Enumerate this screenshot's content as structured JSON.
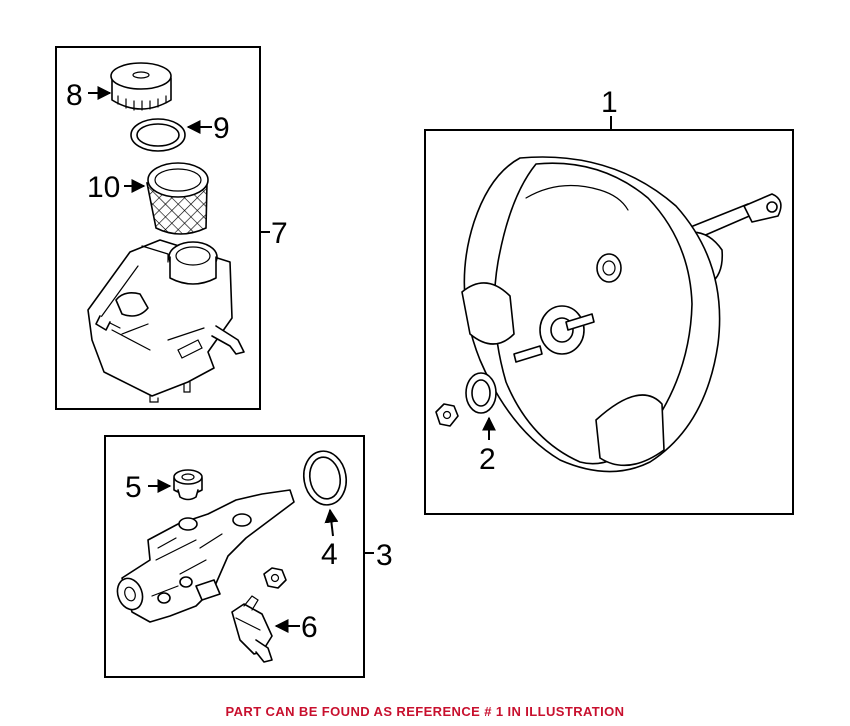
{
  "diagram": {
    "callouts": {
      "c1": "1",
      "c2": "2",
      "c3": "3",
      "c4": "4",
      "c5": "5",
      "c6": "6",
      "c7": "7",
      "c8": "8",
      "c9": "9",
      "c10": "10"
    }
  },
  "footer": {
    "note": "PART CAN BE FOUND AS REFERENCE # 1 IN ILLUSTRATION",
    "color": "#c8102e"
  }
}
